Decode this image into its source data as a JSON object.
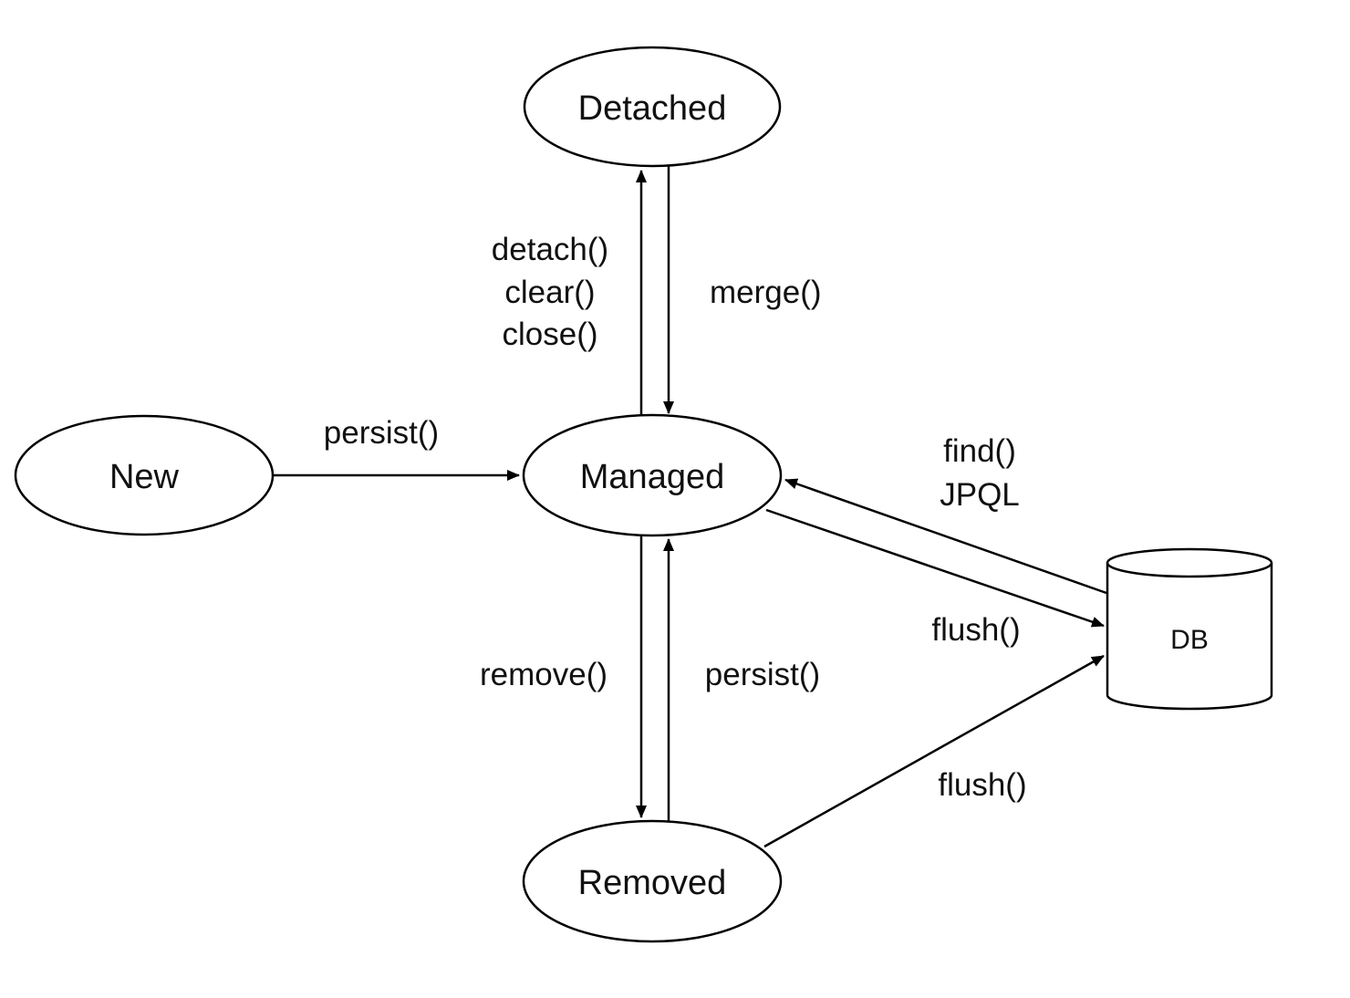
{
  "nodes": {
    "detached": "Detached",
    "new": "New",
    "managed": "Managed",
    "removed": "Removed",
    "db": "DB"
  },
  "edges": {
    "managed_to_detached": [
      "detach()",
      "clear()",
      "close()"
    ],
    "detached_to_managed": "merge()",
    "new_to_managed": "persist()",
    "db_to_managed": [
      "find()",
      "JPQL"
    ],
    "managed_to_db": "flush()",
    "managed_to_removed": "remove()",
    "removed_to_managed": "persist()",
    "removed_to_db": "flush()"
  }
}
